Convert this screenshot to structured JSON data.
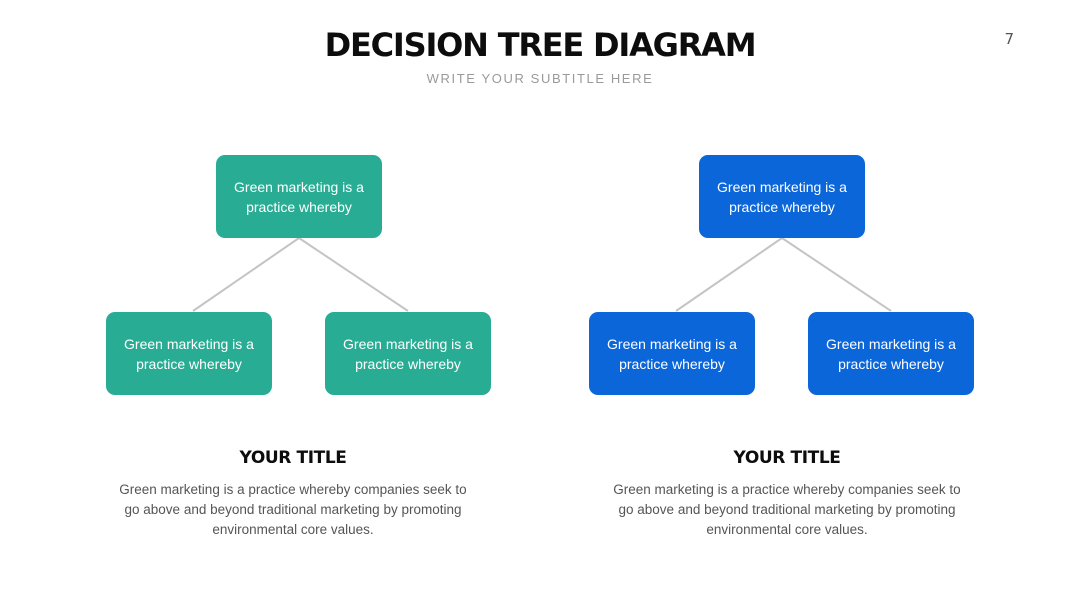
{
  "header": {
    "title": "DECISION TREE DIAGRAM",
    "subtitle": "WRITE YOUR SUBTITLE HERE",
    "page_number": "7"
  },
  "colors": {
    "green": "#28ad94",
    "blue": "#0b66d9",
    "connector": "#c4c4c4"
  },
  "trees": [
    {
      "root": "Green marketing is a practice whereby",
      "left_child": "Green marketing is a practice whereby",
      "right_child": "Green marketing is a practice whereby",
      "title": "YOUR TITLE",
      "description": "Green marketing is a practice whereby companies seek to go above and beyond traditional marketing by promoting environmental core values."
    },
    {
      "root": "Green marketing is a practice whereby",
      "left_child": "Green marketing is a practice whereby",
      "right_child": "Green marketing is a practice whereby",
      "title": "YOUR TITLE",
      "description": "Green marketing is a practice whereby companies seek to go above and beyond traditional marketing by promoting environmental core values."
    }
  ]
}
